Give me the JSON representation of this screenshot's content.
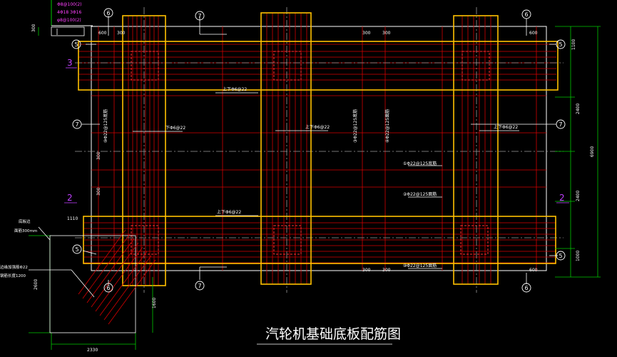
{
  "title": "汽轮机基础底板配筋图",
  "legend_lines": [
    "Φ8@100(2)",
    "4Φ18 3Φ16",
    "φ8@100(2)"
  ],
  "grid_marks": {
    "top_left": "6",
    "top_mid": "7",
    "top_right": "6",
    "right_top": "5",
    "left_top": "5",
    "left_mid": "7",
    "right_mid": "7",
    "left_low": "5",
    "right_low": "5",
    "bottom_left": "6",
    "bottom_mid": "7",
    "bottom_right": "6"
  },
  "axis_labels": {
    "left_3": "3",
    "left_2": "2",
    "right_2": "2"
  },
  "dimensions": {
    "top_300_left": "300",
    "top_600_left": "600",
    "top_300_b": "300",
    "top_300_mid1": "300",
    "top_300_mid2": "300",
    "top_600_right": "600",
    "right_1100": "1100",
    "right_2400_a": "2400",
    "right_6900": "6900",
    "right_2400_b": "2400",
    "right_1000": "1000",
    "left_300_a": "300",
    "left_300_b": "300",
    "left_1110": "1110",
    "bottom_300_a": "300",
    "bottom_300_b": "300",
    "bottom_600": "600",
    "det_2600": "2600",
    "det_1600": "1600",
    "det_2330": "2330"
  },
  "rebar_notes": {
    "n1": "上下Φ6@22",
    "n2": "下Φ6@22",
    "n3": "上下Φ6@22",
    "n4": "上下Φ6@22",
    "n5": "上下Φ6@22",
    "v10": "⑩Φ22@125底筋",
    "v3": "③Φ22@125底筋",
    "v4": "④Φ22@125面筋",
    "c1": "①Φ22@125底筋",
    "c2": "②Φ22@125面筋",
    "c10": "⑩Φ22@125面筋"
  },
  "detail_notes": {
    "a": "底板边",
    "b": "面筋300mm",
    "c": "边缘加强筋Φ22",
    "d": "钢筋长度1200"
  }
}
